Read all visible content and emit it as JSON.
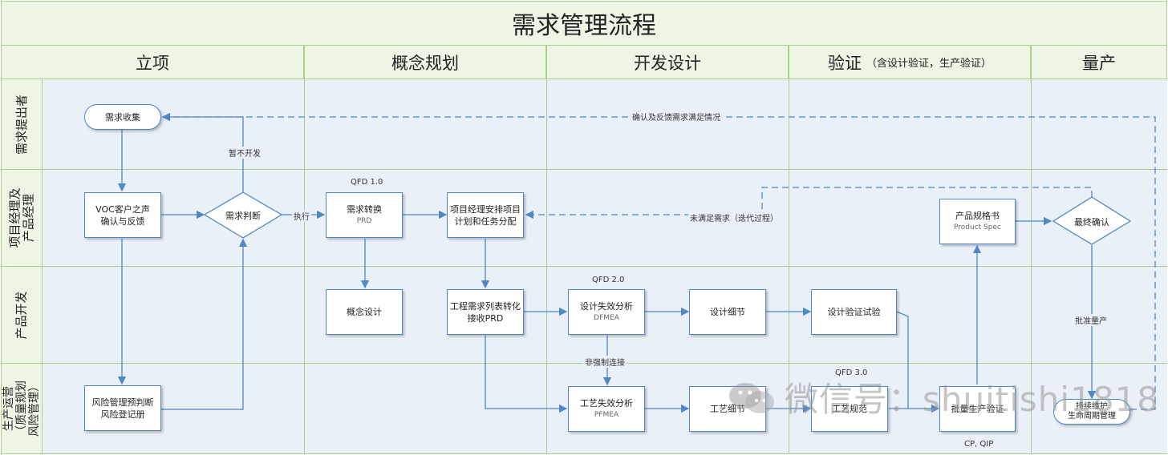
{
  "title": "需求管理流程",
  "phases": [
    {
      "label": "立项",
      "sub": ""
    },
    {
      "label": "概念规划",
      "sub": ""
    },
    {
      "label": "开发设计",
      "sub": ""
    },
    {
      "label": "验证",
      "sub": "（含设计验证，生产验证）"
    },
    {
      "label": "量产",
      "sub": ""
    }
  ],
  "lanes": [
    {
      "label": "需求提出者"
    },
    {
      "label": "项目经理及\n产品经理"
    },
    {
      "label": "产品开发"
    },
    {
      "label": "生产运营\n（质量规划\n风险管理）"
    }
  ],
  "nodes": {
    "req_collect": {
      "text": "需求收集"
    },
    "voc": {
      "text": "VOC客户之声\n确认与反馈"
    },
    "req_judge": {
      "text": "需求判断"
    },
    "req_convert": {
      "text": "需求转换",
      "sub": "PRD"
    },
    "pm_arrange": {
      "text": "项目经理安排项目\n计划和任务分配"
    },
    "concept_design": {
      "text": "概念设计"
    },
    "eng_req": {
      "text": "工程需求列表转化\n接收PRD"
    },
    "dfmea": {
      "text": "设计失效分析",
      "sub": "DFMEA"
    },
    "design_detail": {
      "text": "设计细节"
    },
    "design_verify": {
      "text": "设计验证试验"
    },
    "product_spec": {
      "text": "产品规格书",
      "sub": "Product Spec"
    },
    "final_confirm": {
      "text": "最终确认"
    },
    "risk_mgmt": {
      "text": "风险管理预判断\n风险登记册"
    },
    "pfmea": {
      "text": "工艺失效分析",
      "sub": "PFMEA"
    },
    "process_detail": {
      "text": "工艺细节"
    },
    "process_spec": {
      "text": "工艺规范"
    },
    "mass_verify": {
      "text": "批量生产验证"
    },
    "lifecycle": {
      "text": "持续维护\n生命周期管理"
    }
  },
  "edge_labels": {
    "confirm_feedback": "确认及反馈需求满足情况",
    "pause_dev": "暂不开发",
    "execute": "执行",
    "unmet": "未满足需求（迭代过程）",
    "qfd1": "QFD 1.0",
    "qfd2": "QFD 2.0",
    "qfd3": "QFD 3.0",
    "non_forced": "非强制连接",
    "approve": "批准量产",
    "cp_qip": "CP, QIP"
  },
  "watermark": "微信号：shuitishi1818",
  "colors": {
    "header_bg": "#edf5e4",
    "header_border": "#a9cf8d",
    "lane_bg": "#eaf0f8",
    "box_border": "#4f87c7",
    "arrow": "#4f87c7"
  }
}
